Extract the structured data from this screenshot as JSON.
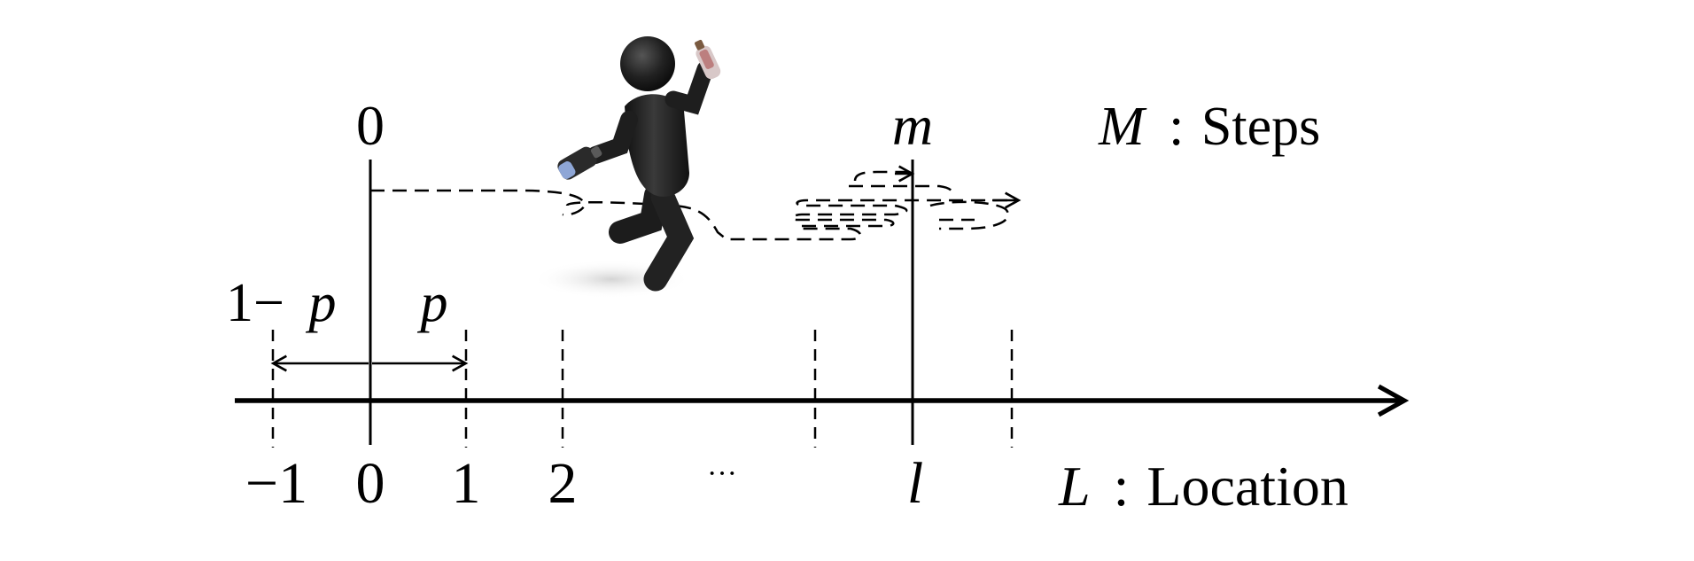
{
  "steps_axis": {
    "start_label": "0",
    "end_label": "m",
    "name_var": "M",
    "name_sep": ":",
    "name_text": "Steps"
  },
  "location_axis": {
    "tick_labels": [
      "−1",
      "0",
      "1",
      "2",
      "···",
      "l"
    ],
    "name_var": "L",
    "name_sep": ":",
    "name_text": "Location"
  },
  "probabilities": {
    "left_prefix": "1−",
    "left_var": "p",
    "right_var": "p"
  },
  "figure": {
    "icon": "running-drunk-person-icon",
    "colors": {
      "ink": "#000000",
      "figure_body": "#1c1c1c",
      "bottle": "#8ea6d6"
    }
  }
}
